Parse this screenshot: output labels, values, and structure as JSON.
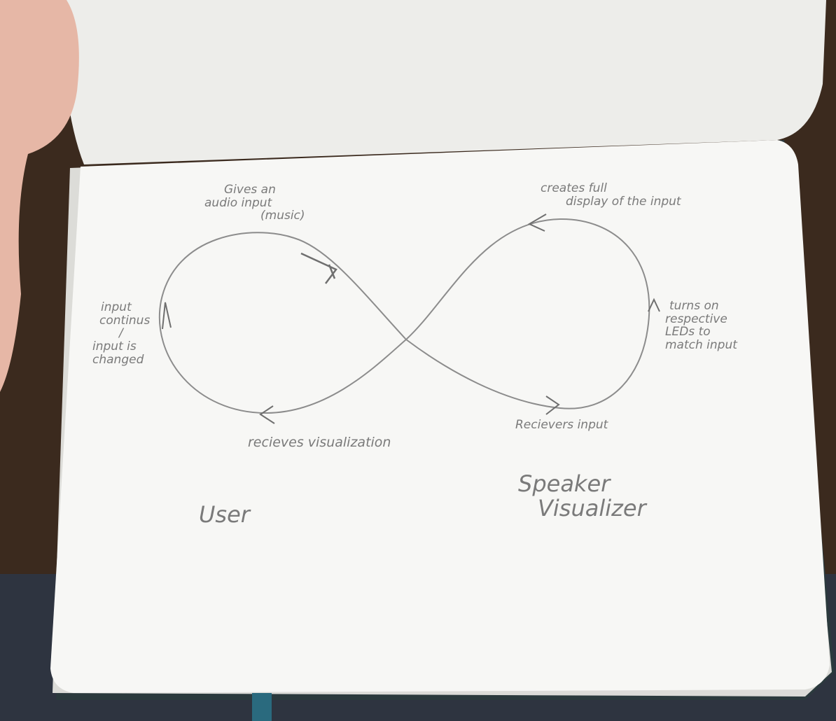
{
  "diagram": {
    "colors": {
      "paper": "#f7f7f5",
      "pencil": "#8c8c8c",
      "desk": "#3a2a1f",
      "bookmark": "#2a6a7e"
    },
    "loop_shape": "figure-eight",
    "labels": {
      "left_top": [
        "Gives an",
        "audio input",
        "(music)"
      ],
      "left_side": [
        "input",
        "continus",
        "/",
        "input is",
        "changed"
      ],
      "left_bottom": "recieves visualization",
      "left_actor": "User",
      "right_top": [
        "creates full",
        "display of the input"
      ],
      "right_side": [
        "turns on",
        "respective",
        "LEDs to",
        "match input"
      ],
      "right_bottom": "Recievers input",
      "right_actor": [
        "Speaker",
        "Visualizer"
      ]
    }
  }
}
